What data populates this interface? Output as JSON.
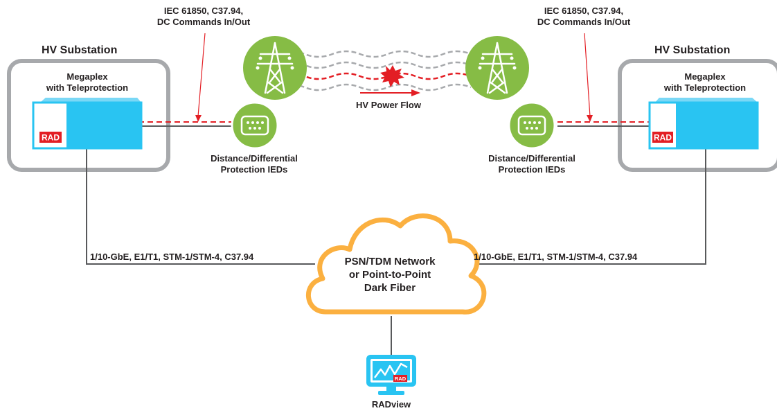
{
  "left_site": {
    "title": "HV Substation",
    "device_title_1": "Megaplex",
    "device_title_2": "with Teleprotection",
    "brand": "RAD",
    "callout_1": "IEC 61850, C37.94,",
    "callout_2": "DC Commands In/Out",
    "ied_label_1": "Distance/Differential",
    "ied_label_2": "Protection IEDs",
    "link_label": "1/10-GbE, E1/T1, STM-1/STM-4, C37.94"
  },
  "right_site": {
    "title": "HV Substation",
    "device_title_1": "Megaplex",
    "device_title_2": "with Teleprotection",
    "brand": "RAD",
    "callout_1": "IEC 61850, C37.94,",
    "callout_2": "DC Commands In/Out",
    "ied_label_1": "Distance/Differential",
    "ied_label_2": "Protection IEDs",
    "link_label": "1/10-GbE, E1/T1, STM-1/STM-4, C37.94"
  },
  "power_flow_label": "HV Power Flow",
  "network": {
    "line_1": "PSN/TDM Network",
    "line_2": "or Point-to-Point",
    "line_3": "Dark Fiber"
  },
  "management": {
    "label": "RADview",
    "brand": "RAD"
  },
  "colors": {
    "device_blue": "#29c4f2",
    "ied_green": "#86bc45",
    "cloud_orange": "#fbb040",
    "alert_red": "#e31e24",
    "frame_gray": "#a7a9ac"
  }
}
